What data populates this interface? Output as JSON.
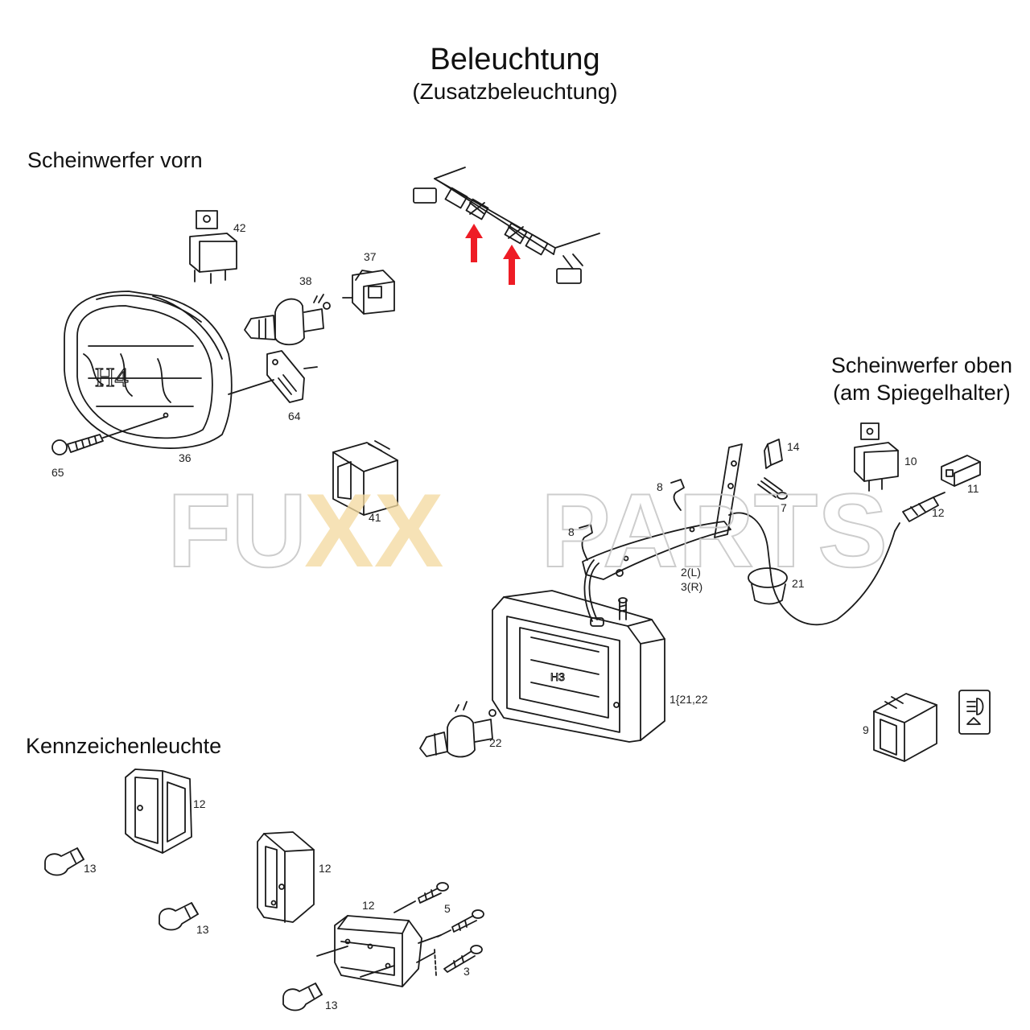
{
  "header": {
    "title": "Beleuchtung",
    "subtitle": "(Zusatzbeleuchtung)"
  },
  "sections": {
    "front": "Scheinwerfer vorn",
    "top_line1": "Scheinwerfer oben",
    "top_line2": "(am Spiegelhalter)",
    "plate": "Kennzeichenleuchte"
  },
  "callouts": {
    "c42": "42",
    "c37": "37",
    "c38": "38",
    "c64": "64",
    "c36": "36",
    "c65": "65",
    "c41": "41",
    "c14": "14",
    "c10": "10",
    "c11": "11",
    "c12a": "12",
    "c7": "7",
    "c8a": "8",
    "c8b": "8",
    "c21": "21",
    "c2l": "2(L)",
    "c3r": "3(R)",
    "c1": "1{21,22",
    "c22": "22",
    "c9": "9",
    "c12b": "12",
    "c13a": "13",
    "c12c": "12",
    "c13b": "13",
    "c12d": "12",
    "c5": "5",
    "c3": "3",
    "c13c": "13"
  },
  "watermark": {
    "left": "FU",
    "middle": "XX",
    "right": "PARTS"
  },
  "colors": {
    "line": "#1a1a1a",
    "arrow": "#ee1c25",
    "watermark_gray": "#c8c8c8",
    "watermark_gold": "#f3d9a0"
  }
}
